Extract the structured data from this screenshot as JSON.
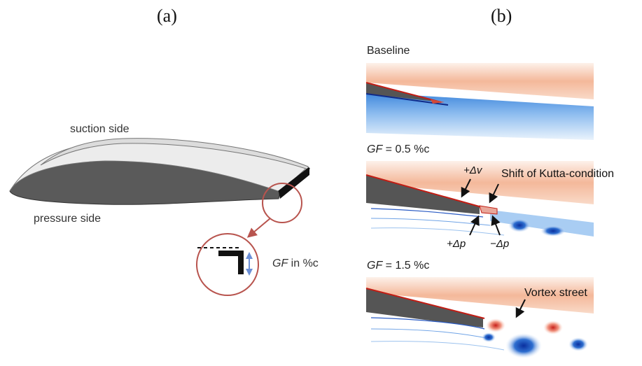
{
  "panel_a": {
    "label": "(a)",
    "suction_side": "suction side",
    "pressure_side": "pressure side",
    "gf_var": "GF",
    "gf_unit": " in %c"
  },
  "panel_b": {
    "label": "(b)",
    "plots": [
      {
        "var": "",
        "title": "Baseline"
      },
      {
        "var": "GF",
        "title": " = 0.5 %c"
      },
      {
        "var": "GF",
        "title": " = 1.5 %c"
      }
    ],
    "annotations": {
      "delta_v": "+Δv",
      "kutta": "Shift of Kutta-condition",
      "delta_p_plus": "+Δp",
      "delta_p_minus": "−Δp",
      "vortex": "Vortex street"
    }
  },
  "colors": {
    "positive_field": "#f4b89a",
    "negative_field": "#4a90e0",
    "airfoil_dark": "#555555",
    "airfoil_light": "#ececec",
    "magnifier": "#b8544e"
  }
}
